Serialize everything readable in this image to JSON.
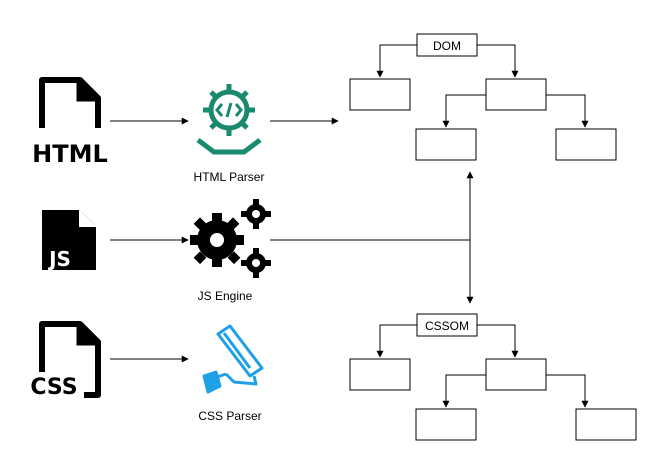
{
  "inputs": [
    {
      "file_label": "HTML",
      "processor_label": "HTML Parser",
      "icon": "file-html-icon",
      "processor_icon": "parser-gear-code-icon",
      "accent": "#1a8a6e"
    },
    {
      "file_label": "JS",
      "processor_label": "JS Engine",
      "icon": "file-js-icon",
      "processor_icon": "gears-icon",
      "accent": "#000000"
    },
    {
      "file_label": "CSS",
      "processor_label": "CSS Parser",
      "icon": "file-css-icon",
      "processor_icon": "paint-roller-icon",
      "accent": "#1ea0e6"
    }
  ],
  "trees": {
    "dom_root": "DOM",
    "cssom_root": "CSSOM"
  }
}
